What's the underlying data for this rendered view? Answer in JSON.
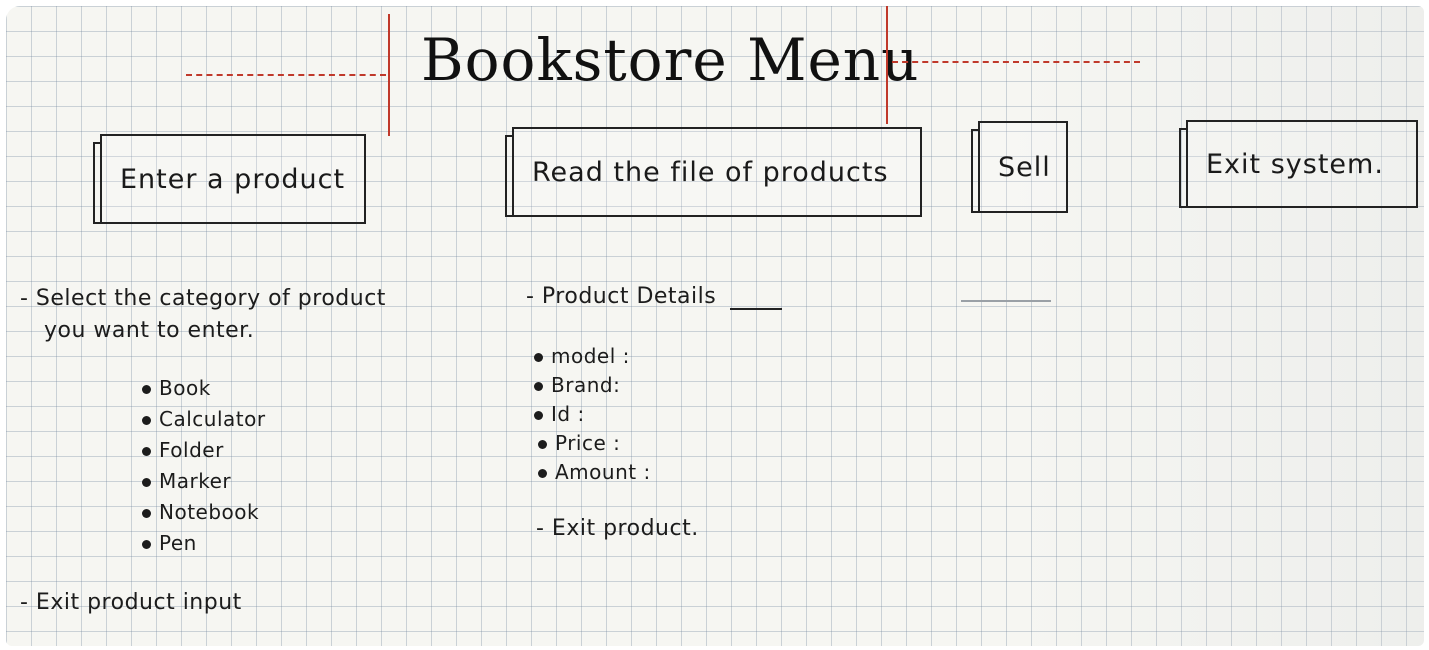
{
  "title": "Bookstore Menu",
  "colors": {
    "accent": "#c0392b",
    "ink": "#1c1c1c",
    "grid": "#8ca0b4"
  },
  "menu": {
    "enter_product": "Enter a product",
    "read_file": "Read the file of products",
    "sell": "Sell",
    "exit_system": "Exit system."
  },
  "enter_section": {
    "instruction_line1": "- Select the category of product",
    "instruction_line2": "you want to enter.",
    "categories": [
      "Book",
      "Calculator",
      "Folder",
      "Marker",
      "Notebook",
      "Pen"
    ],
    "exit_label": "- Exit product input"
  },
  "read_section": {
    "heading": "- Product Details",
    "fields": [
      "model :",
      "Brand:",
      "Id :",
      "Price :",
      "Amount :"
    ],
    "exit_label": "- Exit product."
  }
}
